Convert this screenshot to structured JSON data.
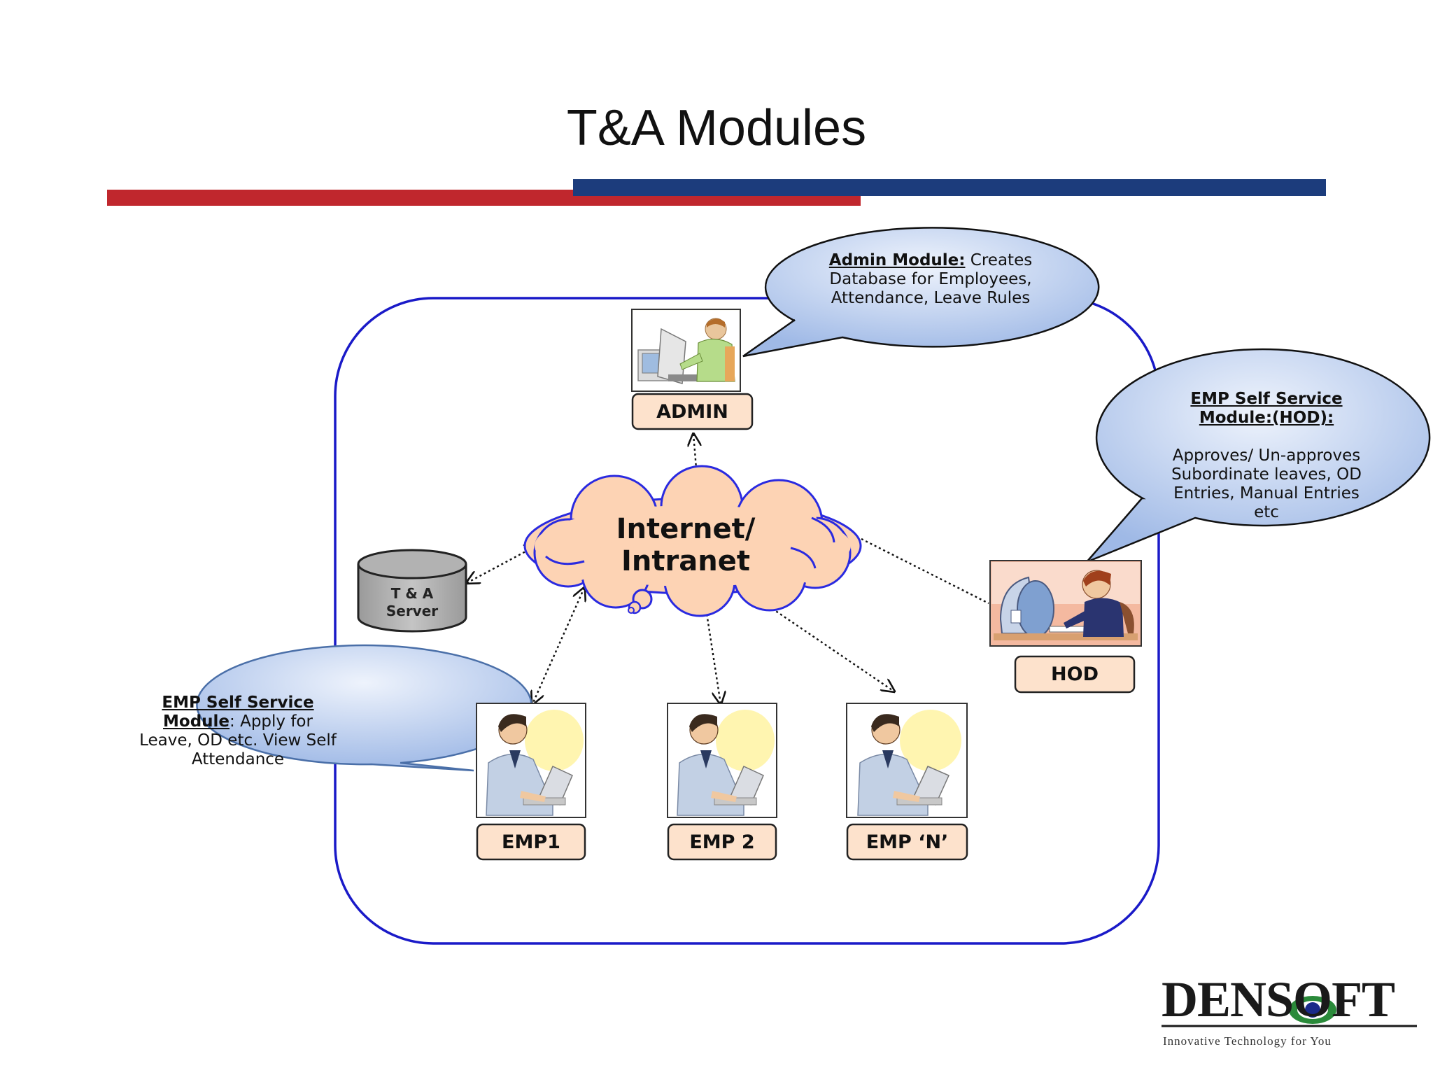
{
  "slide": {
    "title": "T&A Modules"
  },
  "colors": {
    "red_bar": "#c0272d",
    "navy_bar": "#1c3c7c",
    "network_border": "#1a1ac8",
    "bubble_fill": "#b8cdee",
    "label_fill": "#fde2cc",
    "cloud_fill": "#fdd3b4",
    "cloud_stroke": "#2a2ae0",
    "server_fill": "#b2b2b2"
  },
  "callouts": {
    "admin": {
      "heading": "Admin Module:",
      "line1": " Creates",
      "line2": "Database for Employees,",
      "line3": "Attendance, Leave Rules"
    },
    "hod": {
      "heading1": "EMP Self Service",
      "heading2": "Module:(HOD):",
      "line1": "Approves/ Un-approves",
      "line2": "Subordinate leaves, OD",
      "line3": "Entries, Manual Entries",
      "line4": "etc"
    },
    "emp": {
      "heading1": "EMP Self Service",
      "heading2": "Module",
      "line1": ": Apply for",
      "line2": "Leave, OD etc. View Self",
      "line3": "Attendance"
    }
  },
  "network": {
    "cloud_line1": "Internet/",
    "cloud_line2": "Intranet",
    "server_line1": "T & A",
    "server_line2": "Server"
  },
  "nodes": {
    "admin": "ADMIN",
    "hod": "HOD",
    "emp1": "EMP1",
    "emp2": "EMP 2",
    "empn": "EMP ‘N’"
  },
  "logo": {
    "company": "DENSOFT",
    "tagline": "Innovative Technology for You"
  }
}
